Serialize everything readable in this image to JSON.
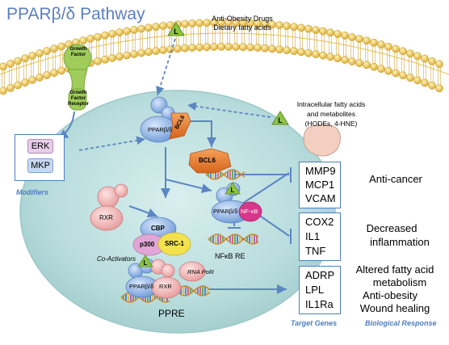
{
  "title": "PPARβ/δ Pathway",
  "ligands": {
    "drugs_line1": "Anti-Obesity Drugs",
    "drugs_line2": "Dietary fatty acids",
    "intracellular_line1": "Intracellular fatty acids",
    "intracellular_line2": "and metabolites",
    "intracellular_line3": "(HODEs, 4-HNE)",
    "ligand_symbol": "L"
  },
  "membrane": {
    "growth_factor": "Growth Factor",
    "growth_factor_receptor": "Growth Factor Receptor"
  },
  "modifiers": {
    "erk": "ERK",
    "mkp": "MKP",
    "label": "Modifiers"
  },
  "proteins": {
    "bcl6": "BCL6",
    "ppar": "PPARβ/δ",
    "nfkb": "NF-κB",
    "rxr": "RXR",
    "cbp": "CBP",
    "p300": "p300",
    "src1": "SRC-1",
    "coactivators": "Co-Activators",
    "rna_pol": "RNA PolII",
    "nfkb_re": "NFκB RE",
    "ppre": "PPRE"
  },
  "target_genes": {
    "group1": [
      "MMP9",
      "MCP1",
      "VCAM"
    ],
    "group2": [
      "COX2",
      "IL1",
      "TNF"
    ],
    "group3": [
      "ADRP",
      "LPL",
      "IL1Ra"
    ],
    "label": "Target Genes"
  },
  "responses": {
    "r1": "Anti-cancer",
    "r2_line1": "Decreased",
    "r2_line2": "inflammation",
    "r3_line1": "Altered fatty acid",
    "r3_line2": "metabolism",
    "r3_line3": "Anti-obesity",
    "r3_line4": "Wound healing",
    "label": "Biological Response"
  },
  "colors": {
    "title": "#5b7fbf",
    "accent_blue": "#4f7fbf",
    "ppar_blue": "#8fb4e8",
    "rxr_pink": "#f2b6b6",
    "bcl6_orange": "#e87a2a",
    "nfkb_pink": "#d6378a",
    "ligand_green": "#8dc63f",
    "membrane_yellow": "#f3d15a",
    "nucleus": "#bfe0e0"
  }
}
